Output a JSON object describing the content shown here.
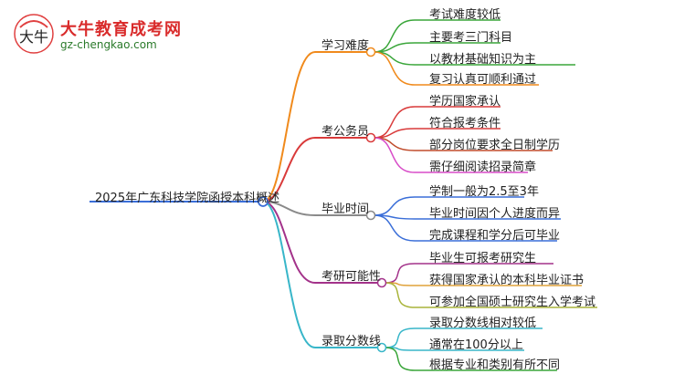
{
  "logo": {
    "mark_text": "大牛",
    "title": "大牛教育成考网",
    "url": "gz-chengkao.com"
  },
  "root": "2025年广东科技学院函授本科概述",
  "branches": [
    {
      "label": "学习难度",
      "color": "#f08a1c",
      "leaves": [
        "考试难度较低",
        "主要考三门科目",
        "以教材基础知识为主",
        "复习认真可顺利通过"
      ]
    },
    {
      "label": "考公务员",
      "color": "#d93a3a",
      "leaves": [
        "学历国家承认",
        "符合报考条件",
        "部分岗位要求全日制学历",
        "需仔细阅读招录简章"
      ]
    },
    {
      "label": "毕业时间",
      "color": "#8a8a8a",
      "leaves": [
        "学制一般为2.5至3年",
        "毕业时间因个人进度而异",
        "完成课程和学分后可毕业"
      ]
    },
    {
      "label": "考研可能性",
      "color": "#a3328a",
      "leaves": [
        "毕业生可报考研究生",
        "获得国家承认的本科毕业证书",
        "可参加全国硕士研究生入学考试"
      ]
    },
    {
      "label": "录取分数线",
      "color": "#38b6c9",
      "leaves": [
        "录取分数线相对较低",
        "通常在100分以上",
        "根据专业和类别有所不同"
      ]
    }
  ],
  "leaf_colors": [
    [
      "#3aa63a",
      "#3aa63a",
      "#3aa63a",
      "#f08a1c"
    ],
    [
      "#d93a3a",
      "#d93a3a",
      "#c04c2c",
      "#d84cc8"
    ],
    [
      "#3a6ed8",
      "#3a6ed8",
      "#3a6ed8"
    ],
    [
      "#a3328a",
      "#e0a23a",
      "#a9b43a"
    ],
    [
      "#38b6c9",
      "#38b6c9",
      "#3aa63a"
    ]
  ]
}
